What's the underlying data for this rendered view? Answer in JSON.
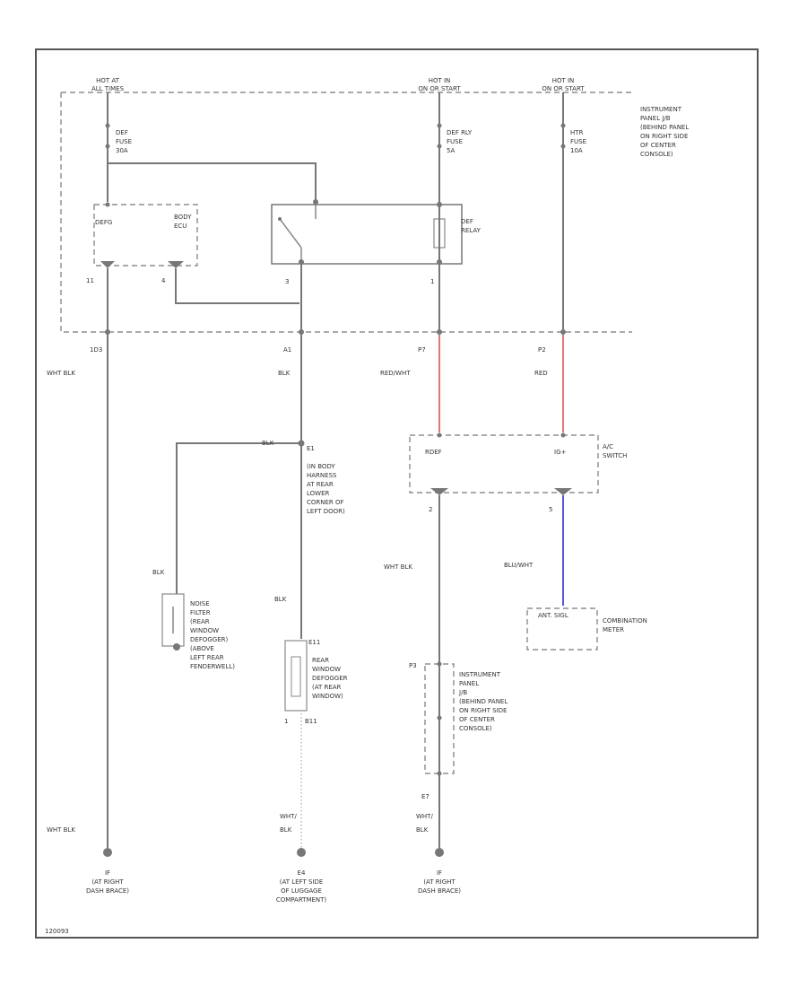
{
  "diagram_id": "120093",
  "colors": {
    "wire": "#777777",
    "red_wire": "#f07070",
    "blue_wire": "#5555ee",
    "frame": "#555555"
  },
  "power": {
    "hot_acc_line1": "HOT AT",
    "hot_acc_line2": "ALL TIMES",
    "hot_run1_line1": "HOT IN",
    "hot_run1_line2": "ON OR START",
    "hot_run2_line1": "HOT IN",
    "hot_run2_line2": "ON OR START"
  },
  "instrument_panel_jb": [
    "INSTRUMENT",
    "PANEL J/B",
    "(BEHIND PANEL",
    "ON RIGHT SIDE",
    "OF CENTER",
    "CONSOLE)"
  ],
  "fuses": {
    "def": [
      "DEF",
      "FUSE",
      "30A"
    ],
    "def_rly": [
      "DEF RLY",
      "FUSE",
      "5A"
    ],
    "htr": [
      "HTR",
      "FUSE",
      "10A"
    ]
  },
  "body_ecu": {
    "pin_label": "DEFG",
    "name": [
      "BODY",
      "ECU"
    ],
    "pin_left": "11",
    "pin_right": "4"
  },
  "relay": {
    "name": [
      "DEF",
      "RELAY"
    ],
    "pin_switch": "3",
    "pin_coil": "1"
  },
  "connectors": {
    "c1": "1D3",
    "c2": "A1",
    "c3": "P7",
    "c4": "P2"
  },
  "wires": {
    "wht_blk_1": "WHT BLK",
    "blk_1": "BLK",
    "red_wht": "RED/WHT",
    "red": "RED",
    "blk_splice": "BLK",
    "blk_noise": "BLK",
    "blk_2": "BLK",
    "wht_blk_2": "WHT BLK",
    "blu_wht": "BLU/WHT",
    "wht_blk_3": "WHT BLK",
    "wht_1": "WHT/",
    "blk_3": "BLK",
    "wht_2": "WHT/",
    "blk_4": "BLK"
  },
  "splice_e1": {
    "code": "E1",
    "desc": [
      "(IN BODY",
      "HARNESS",
      "AT REAR",
      "LOWER",
      "CORNER OF",
      "LEFT DOOR)"
    ]
  },
  "ac_switch": {
    "pin_rdef": "RDEF",
    "pin_ig": "IG+",
    "name": [
      "A/C",
      "SWITCH"
    ],
    "pin_2": "2",
    "pin_5": "5"
  },
  "combination_meter": {
    "pin_label": "ANT. SIGL",
    "name": [
      "COMBINATION",
      "METER"
    ]
  },
  "noise_filter": {
    "desc": [
      "NOISE",
      "FILTER",
      "(REAR",
      "WINDOW",
      "DEFOGGER)",
      "(ABOVE",
      "LEFT REAR",
      "FENDERWELL)"
    ]
  },
  "defogger": {
    "pin_top": "E11",
    "desc": [
      "REAR",
      "WINDOW",
      "DEFOGGER",
      "(AT REAR",
      "WINDOW)"
    ],
    "pin_bottom": "1",
    "pin_bottom_code": "B11"
  },
  "jb_lower": {
    "pin": "P3",
    "desc": [
      "INSTRUMENT",
      "PANEL",
      "J/B",
      "(BEHIND PANEL",
      "ON RIGHT SIDE",
      "OF CENTER",
      "CONSOLE)"
    ],
    "pin_e7": "E7"
  },
  "grounds": {
    "g1": {
      "code": "IF",
      "desc": [
        "(AT RIGHT",
        "DASH BRACE)"
      ]
    },
    "g2": {
      "code": "E4",
      "desc": [
        "(AT LEFT SIDE",
        "OF LUGGAGE",
        "COMPARTMENT)"
      ]
    },
    "g3": {
      "code": "IF",
      "desc": [
        "(AT RIGHT",
        "DASH BRACE)"
      ]
    }
  }
}
